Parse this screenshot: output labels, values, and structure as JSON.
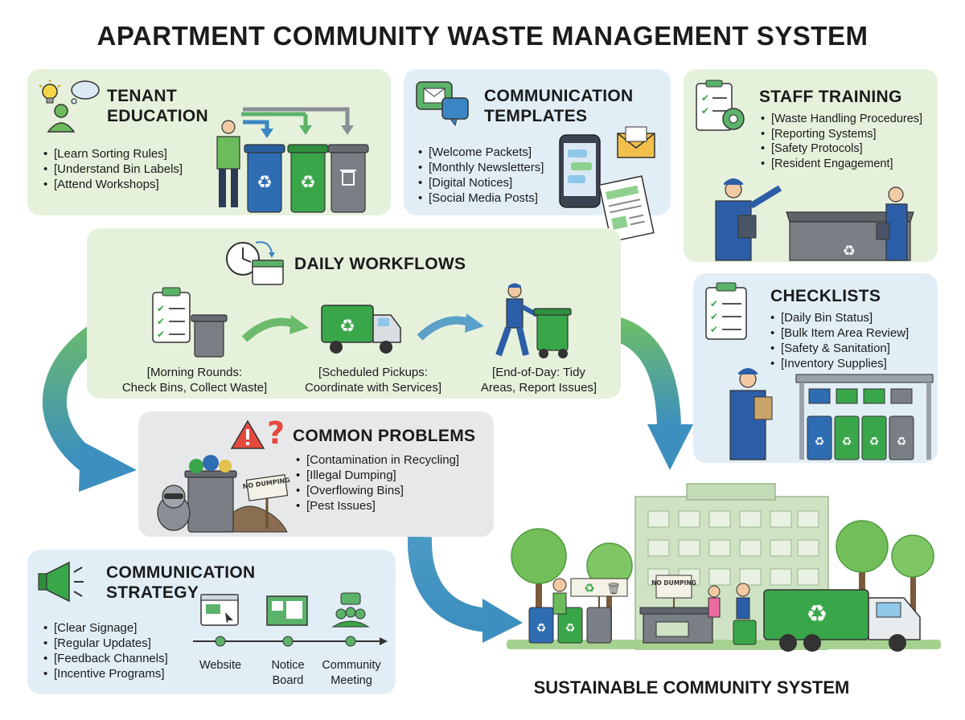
{
  "title": "APARTMENT COMMUNITY WASTE MANAGEMENT SYSTEM",
  "tenant": {
    "title_lines": [
      "TENANT",
      "EDUCATION"
    ],
    "items": [
      "[Learn Sorting Rules]",
      "[Understand Bin Labels]",
      "[Attend Workshops]"
    ]
  },
  "templates": {
    "title_lines": [
      "COMMUNICATION",
      "TEMPLATES"
    ],
    "items": [
      "[Welcome Packets]",
      "[Monthly Newsletters]",
      "[Digital Notices]",
      "[Social Media Posts]"
    ]
  },
  "training": {
    "title": "STAFF TRAINING",
    "items": [
      "[Waste Handling Procedures]",
      "[Reporting Systems]",
      "[Safety Protocols]",
      "[Resident Engagement]"
    ]
  },
  "workflows": {
    "title": "DAILY WORKFLOWS",
    "steps": [
      {
        "line1": "[Morning Rounds:",
        "line2": "Check Bins, Collect Waste]"
      },
      {
        "line1": "[Scheduled Pickups:",
        "line2": "Coordinate with Services]"
      },
      {
        "line1": "[End-of-Day: Tidy",
        "line2": "Areas, Report Issues]"
      }
    ]
  },
  "checklists": {
    "title": "CHECKLISTS",
    "items": [
      "[Daily Bin Status]",
      "[Bulk Item Area Review]",
      "[Safety & Sanitation]",
      "[Inventory Supplies]"
    ]
  },
  "problems": {
    "title": "COMMON PROBLEMS",
    "items": [
      "[Contamination in Recycling]",
      "[Illegal Dumping]",
      "[Overflowing Bins]",
      "[Pest Issues]"
    ],
    "sign": "NO DUMPING"
  },
  "strategy": {
    "title_lines": [
      "COMMUNICATION",
      "STRATEGY"
    ],
    "items": [
      "[Clear Signage]",
      "[Regular Updates]",
      "[Feedback Channels]",
      "[Incentive Programs]"
    ],
    "channels": [
      {
        "line1": "Website",
        "line2": ""
      },
      {
        "line1": "Notice",
        "line2": "Board"
      },
      {
        "line1": "Community",
        "line2": "Meeting"
      }
    ]
  },
  "community": {
    "title": "SUSTAINABLE COMMUNITY SYSTEM",
    "sign": "NO DUMPING"
  },
  "colors": {
    "green_panel": "#e6f1dc",
    "blue_panel": "#e2eef6",
    "gray_panel": "#e7e8ea",
    "bin_blue": "#2f6db3",
    "bin_green": "#3aa64a",
    "bin_gray": "#7a7f85",
    "uniform_blue": "#2c5ea8",
    "arrow_green": "#5bb36a",
    "arrow_blue": "#3d8fbf"
  },
  "icons": [
    "lightbulb-icon",
    "thought-bubble-icon",
    "person-icon",
    "recycle-icon",
    "trash-icon",
    "chat-envelope-icon",
    "smartphone-icon",
    "envelope-icon",
    "document-icon",
    "clipboard-gear-icon",
    "clock-calendar-icon",
    "clipboard-icon",
    "garbage-truck-icon",
    "worker-with-bin-icon",
    "warning-icon",
    "question-mark-icon",
    "raccoon-icon",
    "megaphone-icon",
    "website-icon",
    "notice-board-icon",
    "community-meeting-icon",
    "building-icon",
    "tree-icon"
  ]
}
